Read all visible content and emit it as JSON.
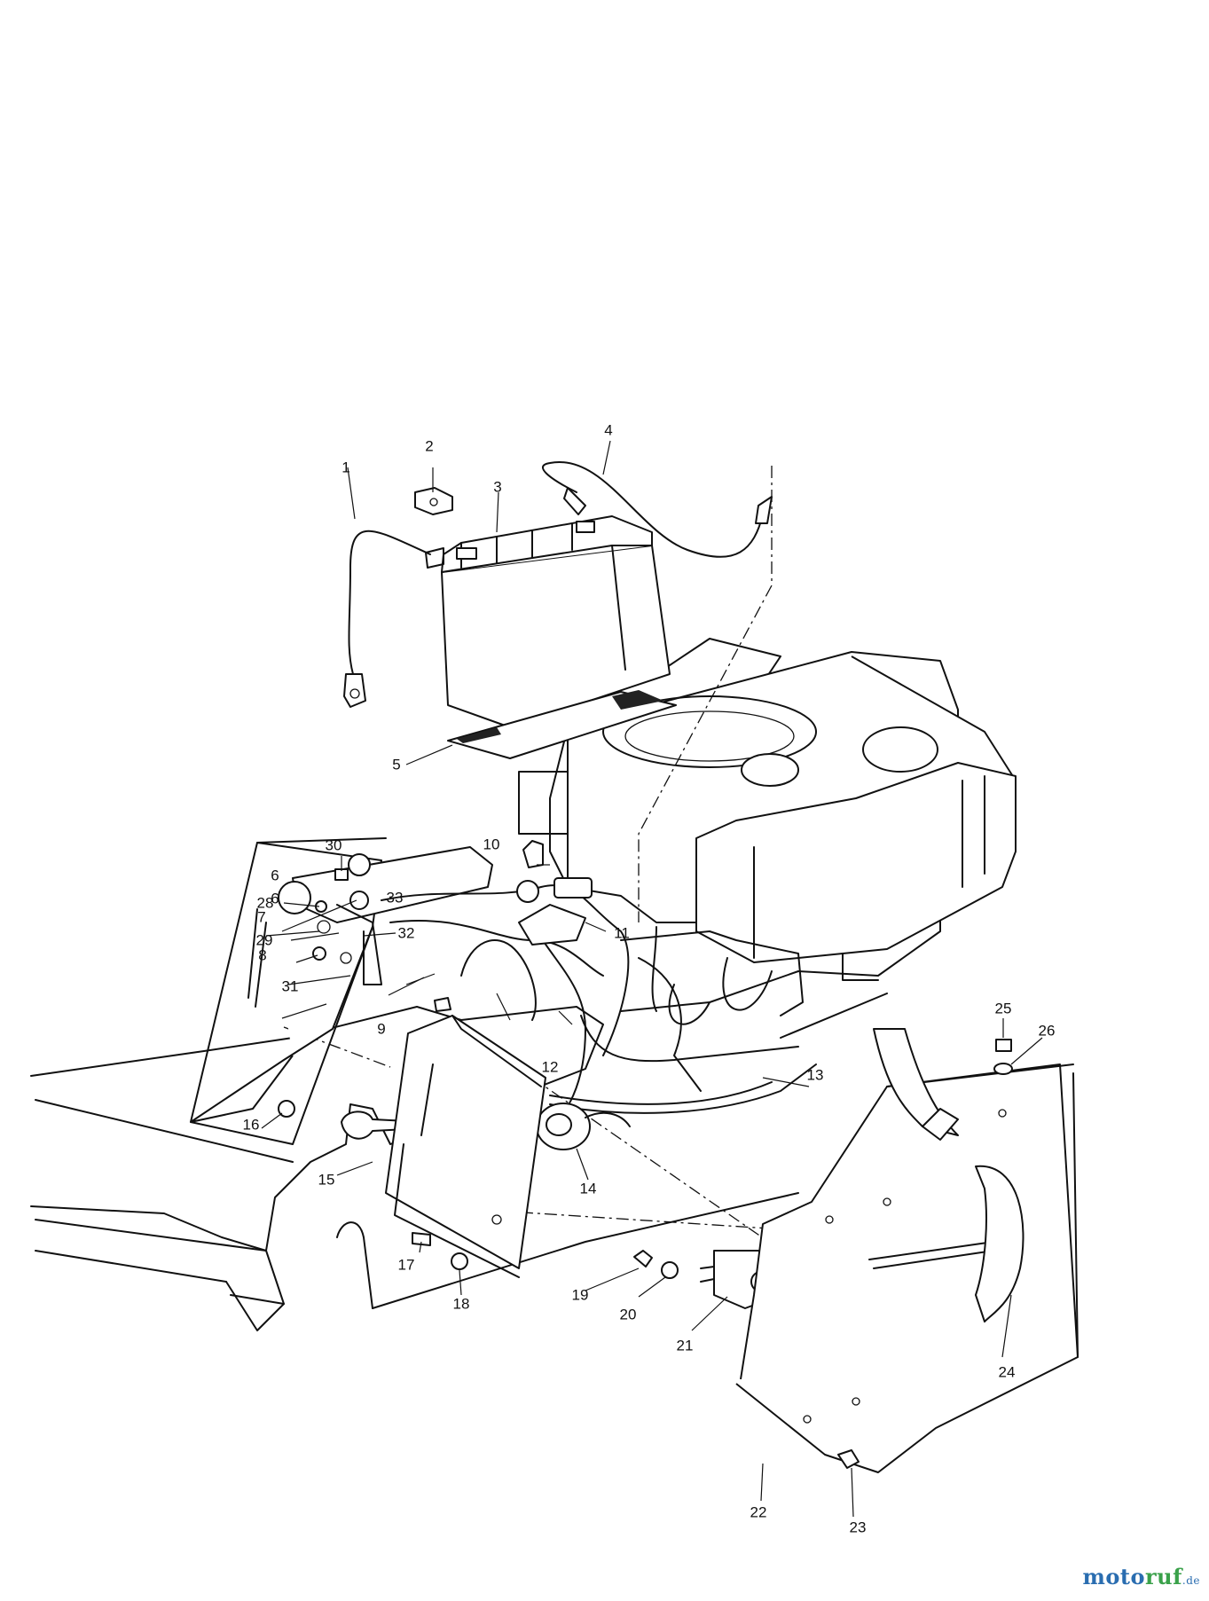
{
  "diagram": {
    "part_numbers": [
      "1",
      "2",
      "3",
      "4",
      "5",
      "6",
      "6",
      "7",
      "8",
      "9",
      "10",
      "11",
      "12",
      "13",
      "14",
      "15",
      "16",
      "17",
      "18",
      "19",
      "20",
      "21",
      "22",
      "23",
      "24",
      "25",
      "26",
      "28",
      "29",
      "30",
      "31",
      "32",
      "33"
    ]
  },
  "watermark": {
    "brand_a": "moto",
    "brand_b": "ruf",
    "suffix": ".de"
  }
}
